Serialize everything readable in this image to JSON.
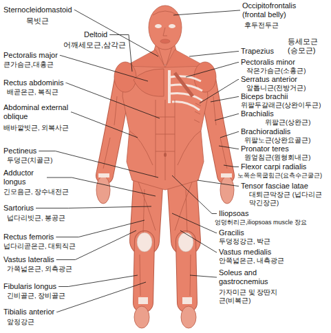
{
  "diagram": {
    "labels": [
      "Sternocleidomastoid",
      "목빗근",
      "Deltoid",
      "어깨세모근,삼각근",
      "Pectoralis major",
      "큰가슴근,대흉근",
      "Rectus abdominis",
      "배곧은근, 복직근",
      "Abdominal external oblique",
      "배바깥빗근, 외복사근",
      "Pectineus",
      "두덩근(치골근)",
      "Adductor longus",
      "긴모음근, 장수내전근",
      "Sartorius",
      "넙다리빗근, 봉공근",
      "Rectus femoris",
      "넙다리곧은근, 대퇴직근",
      "Vastus lateralis",
      "가쪽넓은근, 외측광근",
      "Fibularis longus",
      "긴비골근, 장비골근",
      "Tibialis anterior",
      "앞정강근",
      "Occipitofrontalis (frontal belly)",
      "후두전두근",
      "Trapezius",
      "등세모근 (승모근)",
      "Pectoralis minor",
      "작은가슴근(소흉근)",
      "Serratus anterior",
      "앞톱니근(전방거근)",
      "Biceps brachii",
      "위팔두갈래근(상완이두근)",
      "Brachialis",
      "위팔근(상완근)",
      "Brachioradialis",
      "위팔노근(상완요골근)",
      "Pronator teres",
      "원엎침근(원형회내근)",
      "Flexor carpi radialis",
      "노쪽손목굽힘근(요측수근굴근)",
      "Tensor fasciae latae",
      "대퇴근막장근 (넙다리근막긴장근)",
      "Iliopsoas",
      "엉덩허리근,iliopsoas muscle 장요",
      "Gracilis",
      "두덩정강근, 박근",
      "Vastus medialis",
      "안쪽넓은근, 내측광근",
      "Soleus and gastrocnemius",
      "가자미근 및 장딴지근(비복근)"
    ]
  }
}
